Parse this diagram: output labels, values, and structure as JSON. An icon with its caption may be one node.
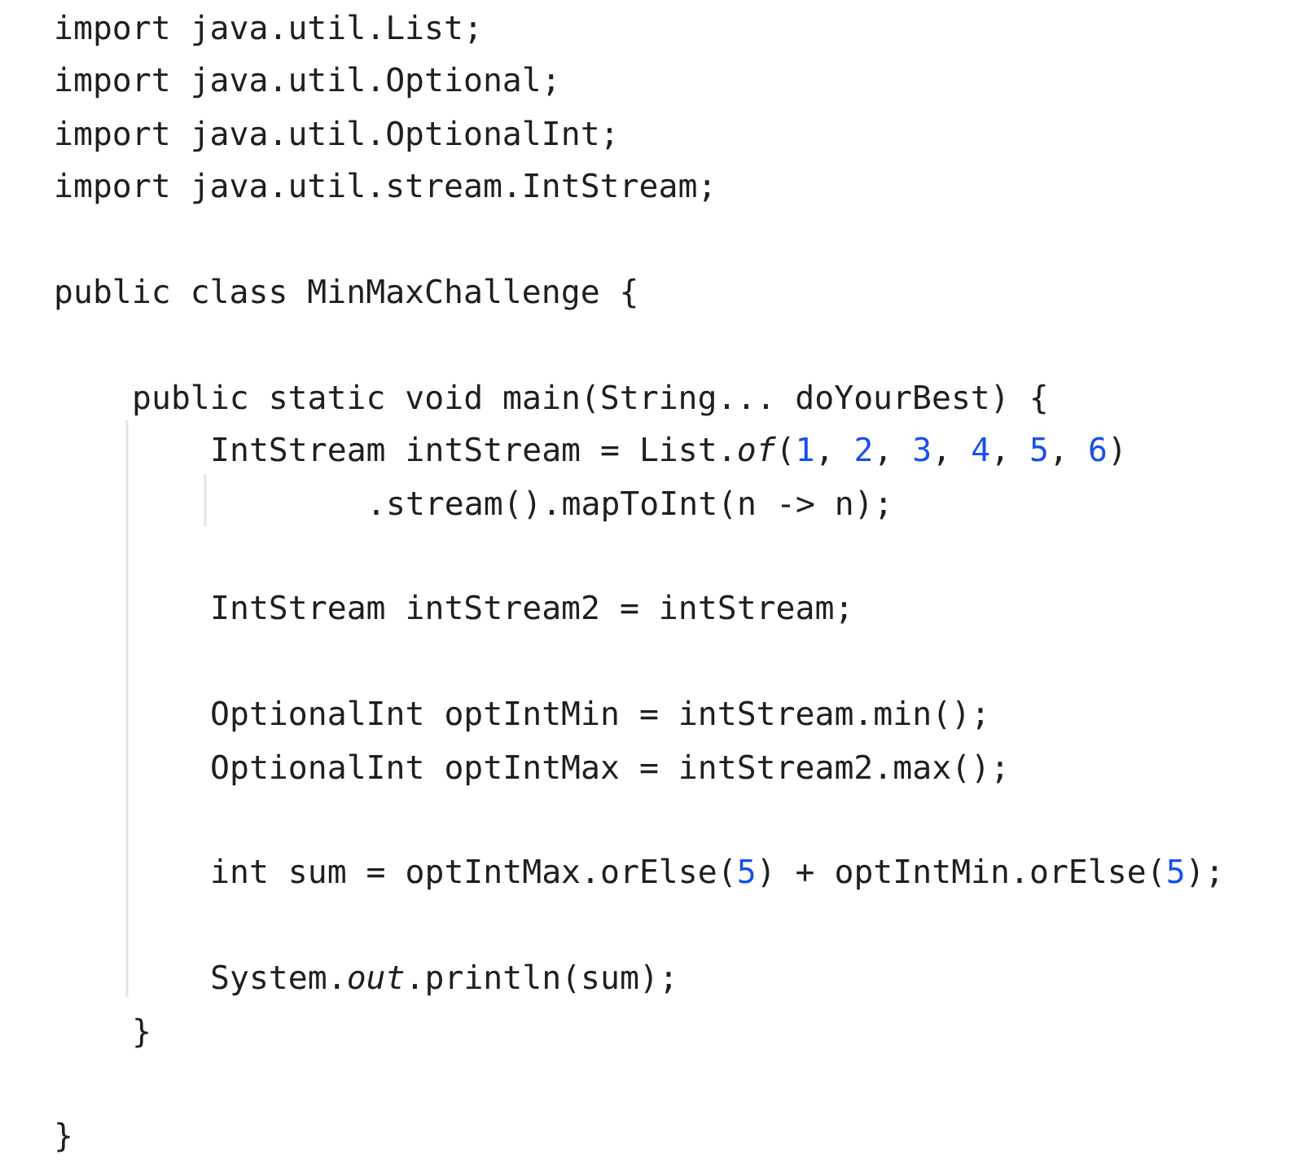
{
  "diagram": {
    "labels": [
      "import java.util.List;",
      "import java.util.Optional;",
      "import java.util.OptionalInt;",
      "import java.util.stream.IntStream;",
      "public class MinMaxChallenge {",
      "public static void main(String... doYourBest) {",
      "IntStream intStream = List.*of*(1, 2, 3, 4, 5, 6)",
      ".stream().mapToInt(n -> n);",
      "IntStream intStream2 = intStream;",
      "OptionalInt optIntMin = intStream.min();",
      "OptionalInt optIntMax = intStream2.max();",
      "int sum = optIntMax.orElse(5) + optIntMin.orElse(5);",
      "System.*out*.println(sum);",
      "}",
      "}"
    ]
  }
}
